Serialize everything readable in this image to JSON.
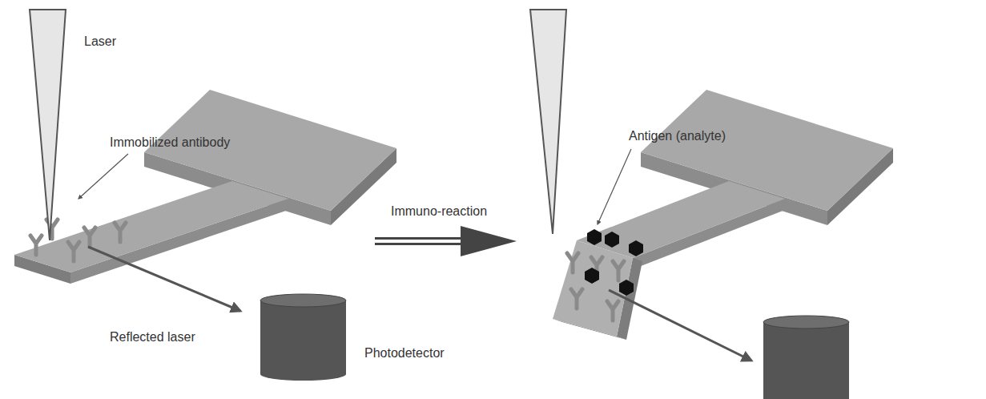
{
  "diagram": {
    "labels": [
      "Laser",
      "Immobilized antibody",
      "Reflected laser",
      "Photodetector",
      "Immuno-reaction",
      "Antigen (analyte)"
    ]
  }
}
